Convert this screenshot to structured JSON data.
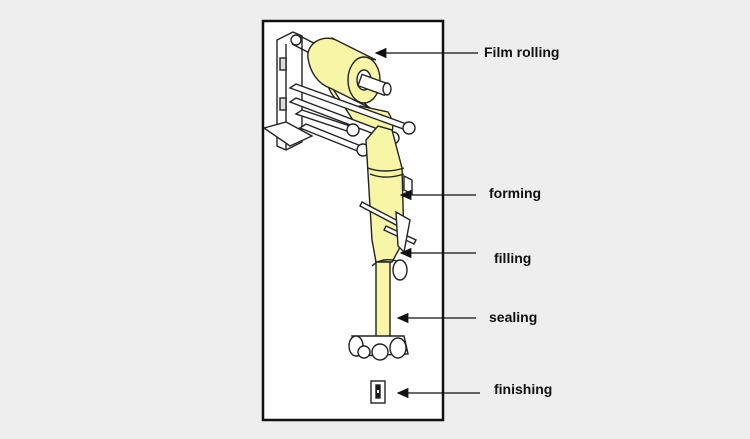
{
  "labels": {
    "film_rolling": "Film rolling",
    "forming": "forming",
    "filling": "filling",
    "sealing": "sealing",
    "finishing": "finishing"
  },
  "colors": {
    "background": "#eeeeee",
    "panel": "#ffffff",
    "film": "#f7f5a6",
    "outline": "#222222"
  }
}
